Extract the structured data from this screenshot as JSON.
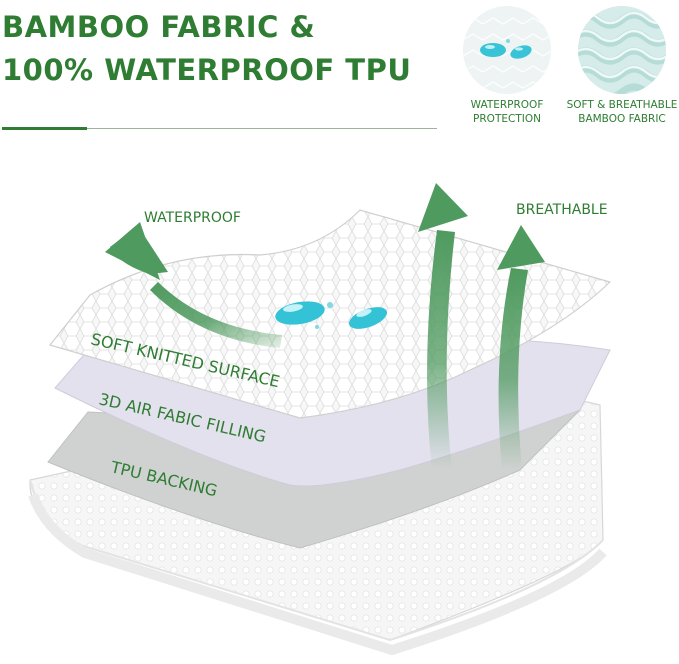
{
  "headline": {
    "line1": "BAMBOO FABRIC &",
    "line2": "100% WATERPROOF TPU"
  },
  "features": [
    {
      "icon": "water-droplets-icon",
      "line1": "WATERPROOF",
      "line2": "PROTECTION"
    },
    {
      "icon": "fabric-weave-icon",
      "line1": "SOFT & BREATHABLE",
      "line2": "BAMBOO FABRIC"
    }
  ],
  "arrows": {
    "left_label": "WATERPROOF",
    "right_label": "BREATHABLE"
  },
  "layers": [
    {
      "label": "SOFT KNITTED SURFACE"
    },
    {
      "label": "3D AIR FABIC FILLING"
    },
    {
      "label": "TPU BACKING"
    }
  ],
  "colors": {
    "brand_green": "#2e7d32",
    "arrow_green": "#4f9a5f",
    "droplet": "#3cc8d8",
    "air_layer": "#e4e1ee",
    "tpu_layer": "#cfd1d0"
  }
}
